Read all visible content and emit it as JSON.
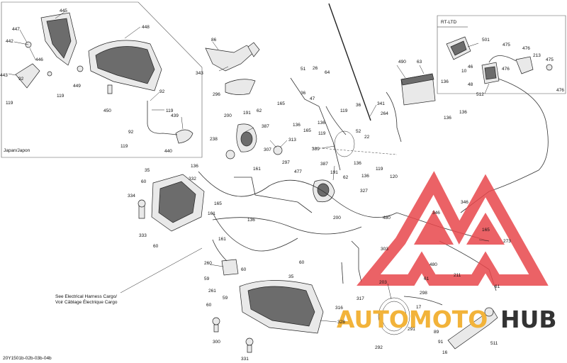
{
  "diagram_id": "20Y1501b-02b-03b-04b",
  "inset_labels": {
    "japan": "Japan/Japon",
    "rt_ltd": "RT-LTD"
  },
  "notes": {
    "harness_line1": "See Electrical Harness Cargo/",
    "harness_line2": "Voir Câblage Électrique Cargo"
  },
  "watermark": {
    "text_left": "AUTOMOTO",
    "text_right": "HUB",
    "color_red": "#e8464b",
    "color_gold": "#f2b33a"
  },
  "callouts": {
    "c445": "445",
    "c447": "447",
    "c442": "442",
    "c446": "446",
    "c443": "443",
    "c448": "448",
    "c119a": "119",
    "c449": "449",
    "c92a": "92",
    "c119b": "119",
    "c450": "450",
    "c92b": "92",
    "c119c": "119",
    "c439": "439",
    "c92c": "92",
    "c119d": "119",
    "c440": "440",
    "c86": "86",
    "c343": "343",
    "c296": "296",
    "c200a": "200",
    "c191a": "191",
    "c62a": "62",
    "c387a": "387",
    "c238": "238",
    "c307": "307",
    "c313": "313",
    "c51": "51",
    "c26": "26",
    "c64": "64",
    "c47": "47",
    "c165a": "165",
    "c36a": "36",
    "c136a": "136",
    "c136b": "136",
    "c165b": "165",
    "c119e": "119",
    "c119f": "119",
    "c36b": "36",
    "c52": "52",
    "c22": "22",
    "c341": "341",
    "c264": "264",
    "c490": "490",
    "c63": "63",
    "c136c": "136",
    "c136d": "136",
    "c136e": "136",
    "c389": "389",
    "c136f": "136",
    "c119g": "119",
    "c136g": "136",
    "c35a": "35",
    "c60a": "60",
    "c332": "332",
    "c334": "334",
    "c333": "333",
    "c60b": "60",
    "c161a": "161",
    "c297": "297",
    "c477": "477",
    "c387b": "387",
    "c191b": "191",
    "c62b": "62",
    "c136h": "136",
    "c165c": "165",
    "c161b": "161",
    "c136i": "136",
    "c161c": "161",
    "c200b": "200",
    "c327": "327",
    "c120": "120",
    "c480a": "480",
    "c303": "303",
    "c346a": "346",
    "c346b": "346",
    "c165d": "165",
    "c273": "273",
    "c480b": "480",
    "c260": "260",
    "c59a": "59",
    "c60c": "60",
    "c261": "261",
    "c59b": "59",
    "c60d": "60",
    "c35b": "35",
    "c60e": "60",
    "c211": "211",
    "c61a": "61",
    "c61b": "61",
    "c203": "203",
    "c298": "298",
    "c317": "317",
    "c316": "316",
    "c328": "328",
    "c300": "300",
    "c331": "331",
    "c17": "17",
    "c291": "291",
    "c292": "292",
    "c89": "89",
    "c91": "91",
    "c16": "16",
    "c511": "511",
    "c501": "501",
    "c475a": "475",
    "c476a": "476",
    "c213": "213",
    "c10": "10",
    "c46": "46",
    "c48": "48",
    "c512": "512",
    "c476b": "476",
    "c475b": "475",
    "c476c": "476"
  }
}
